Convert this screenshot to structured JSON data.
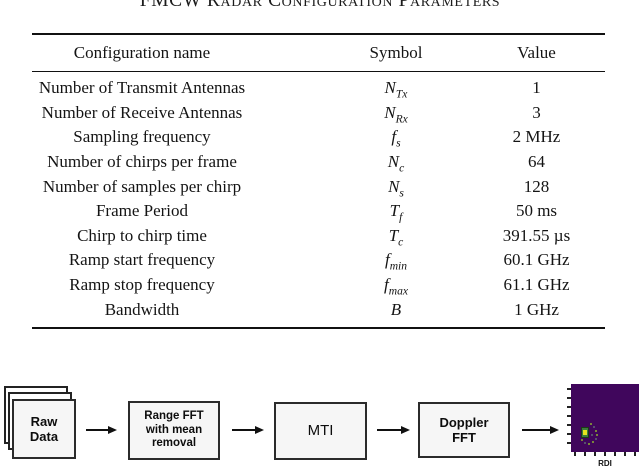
{
  "title": "FMCW Radar Configuration Parameters",
  "table": {
    "headers": {
      "name": "Configuration name",
      "symbol": "Symbol",
      "value": "Value"
    },
    "rows": [
      {
        "name": "Number of Transmit Antennas",
        "sym": "N",
        "sub": "Tx",
        "value": "1"
      },
      {
        "name": "Number of Receive Antennas",
        "sym": "N",
        "sub": "Rx",
        "value": "3"
      },
      {
        "name": "Sampling frequency",
        "sym": "f",
        "sub": "s",
        "value": "2 MHz"
      },
      {
        "name": "Number of chirps per frame",
        "sym": "N",
        "sub": "c",
        "value": "64"
      },
      {
        "name": "Number of samples per chirp",
        "sym": "N",
        "sub": "s",
        "value": "128"
      },
      {
        "name": "Frame Period",
        "sym": "T",
        "sub": "f",
        "value": "50 ms"
      },
      {
        "name": "Chirp to chirp time",
        "sym": "T",
        "sub": "c",
        "value": "391.55 µs"
      },
      {
        "name": "Ramp start frequency",
        "sym": "f",
        "sub": "min",
        "value": "60.1 GHz"
      },
      {
        "name": "Ramp stop frequency",
        "sym": "f",
        "sub": "max",
        "value": "61.1 GHz"
      },
      {
        "name": "Bandwidth",
        "sym": "B",
        "sub": "",
        "value": "1 GHz"
      }
    ]
  },
  "diagram": {
    "blocks": {
      "raw_data": "Raw Data",
      "range_fft": "Range FFT with mean removal",
      "mti": "MTI",
      "doppler_fft": "Doppler FFT"
    },
    "rdi_label": "RDI",
    "colors": {
      "rdi_background": "#40065c",
      "blob_core": "#e6e31f",
      "blob_ring": "#3e7c3d"
    }
  }
}
